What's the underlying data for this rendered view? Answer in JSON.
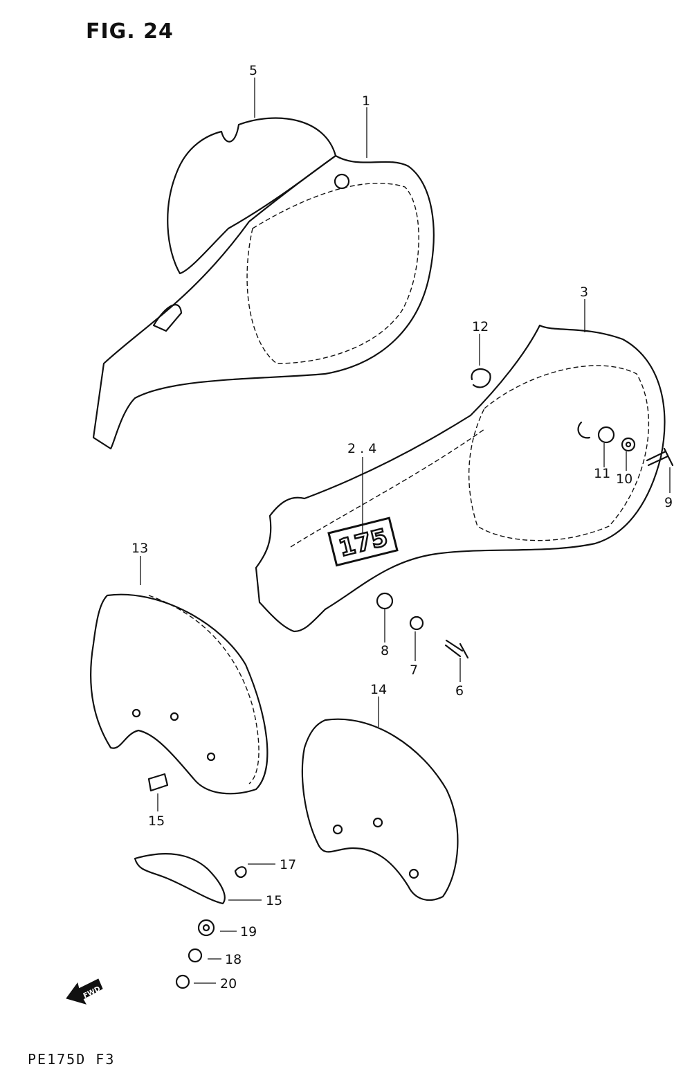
{
  "figure": {
    "title": "FIG. 24",
    "footer": "PE175D F3",
    "badge_text": "175",
    "arrow_text": "FWD"
  },
  "callouts": {
    "c1": "1",
    "c24": "2 . 4",
    "c3": "3",
    "c5": "5",
    "c6": "6",
    "c7": "7",
    "c8": "8",
    "c9": "9",
    "c10": "10",
    "c11": "11",
    "c12": "12",
    "c13": "13",
    "c14": "14",
    "c15a": "15",
    "c15b": "15",
    "c17": "17",
    "c18": "18",
    "c19": "19",
    "c20": "20"
  }
}
